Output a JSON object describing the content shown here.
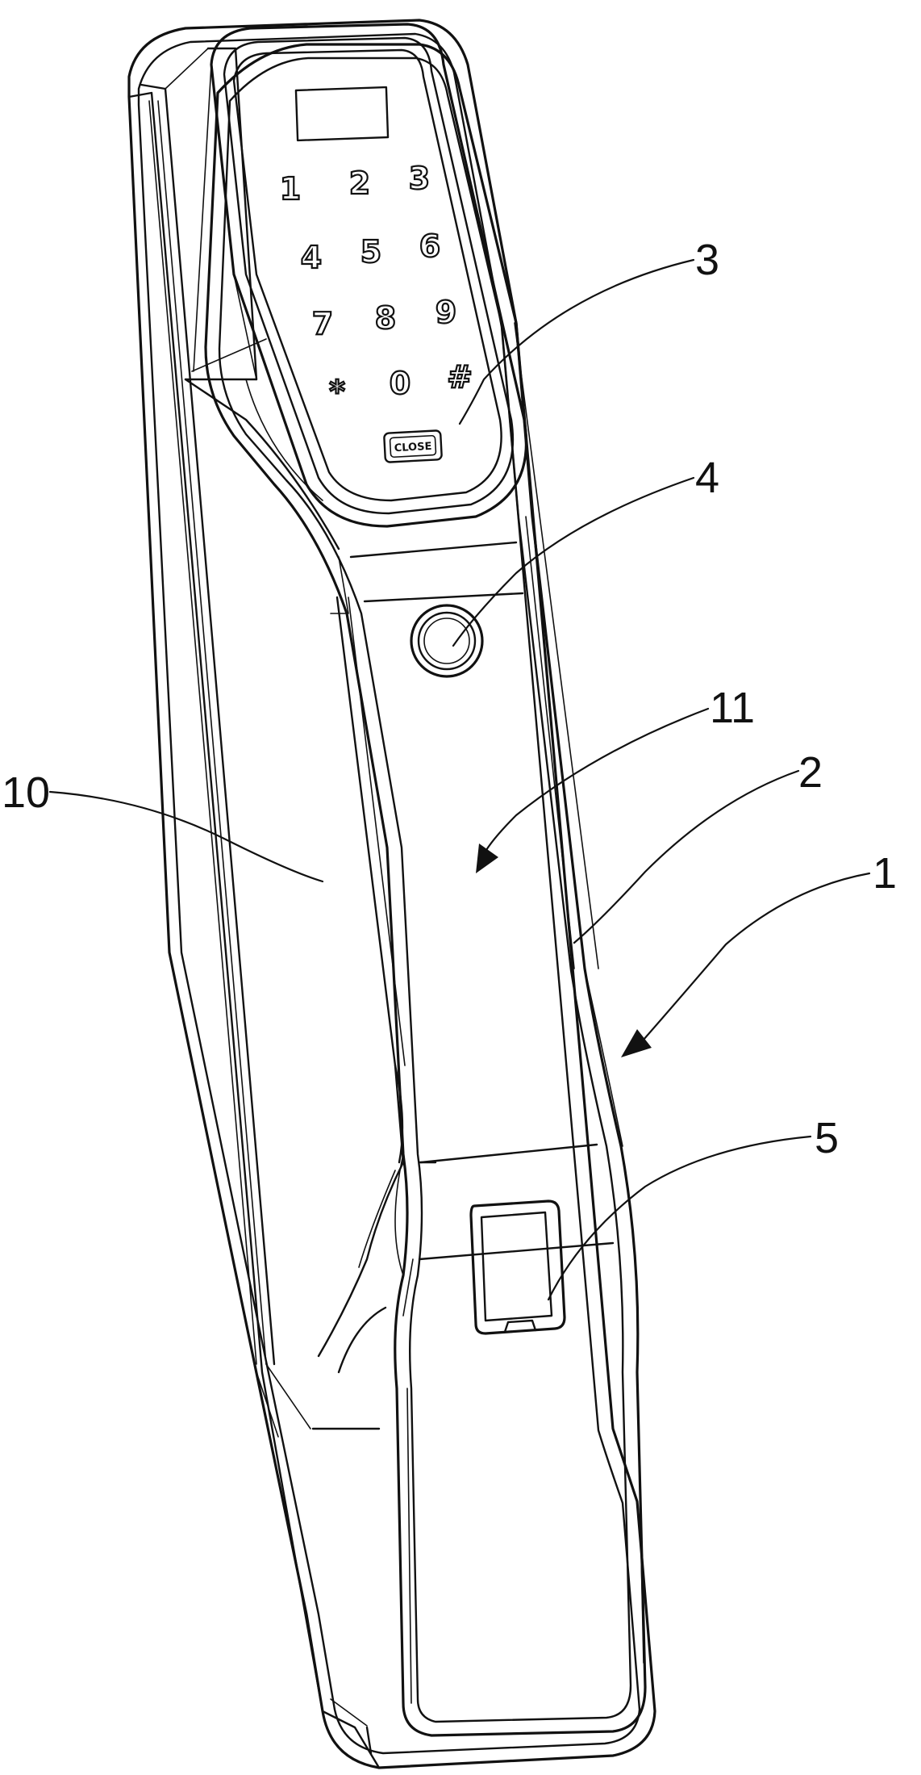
{
  "keypad": {
    "keys": [
      "1",
      "2",
      "3",
      "4",
      "5",
      "6",
      "7",
      "8",
      "9",
      "*",
      "0",
      "#"
    ],
    "close_button": "CLOSE"
  },
  "reference_numerals": {
    "ref_1": "1",
    "ref_2": "2",
    "ref_3": "3",
    "ref_4": "4",
    "ref_5": "5",
    "ref_10": "10",
    "ref_11": "11"
  }
}
